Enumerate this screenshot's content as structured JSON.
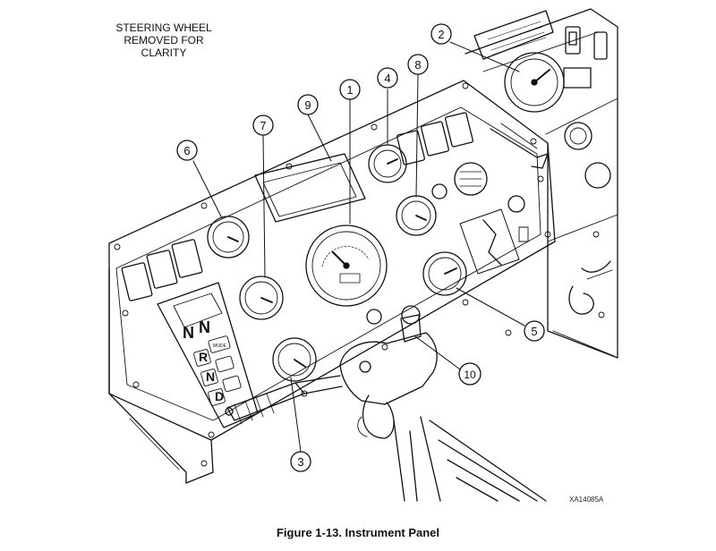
{
  "note": [
    "STEERING WHEEL",
    "REMOVED FOR",
    "CLARITY"
  ],
  "caption": "Figure 1-13. Instrument Panel",
  "art_id": "XA14085A",
  "callouts": [
    "1",
    "2",
    "3",
    "4",
    "5",
    "6",
    "7",
    "8",
    "9",
    "10"
  ],
  "shifter_letters": [
    "N",
    "N",
    "R",
    "N",
    "D"
  ],
  "shifter_mode": "MODE"
}
